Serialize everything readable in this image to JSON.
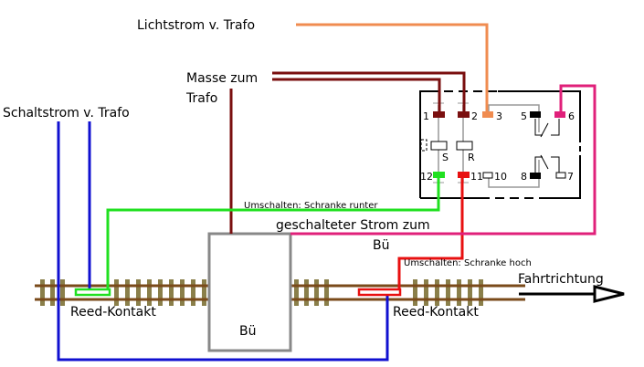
{
  "labels": {
    "lichtstrom": "Lichtstrom v. Trafo",
    "masse_line1": "Masse zum",
    "masse_line2": "Trafo",
    "schaltstrom": "Schaltstrom v. Trafo",
    "umschalten_runter": "Umschalten: Schranke runter",
    "geschalteter_line1": "geschalteter Strom zum",
    "geschalteter_line2": "Bü",
    "umschalten_hoch": "Umschalten: Schranke hoch",
    "fahrtrichtung": "Fahrtrichtung",
    "reed_left": "Reed-Kontakt",
    "reed_right": "Reed-Kontakt",
    "bue_box": "Bü"
  },
  "relay": {
    "pins": [
      "1",
      "2",
      "3",
      "5",
      "6",
      "12",
      "11",
      "10",
      "8",
      "7"
    ],
    "coil_labels": [
      "S",
      "R"
    ]
  },
  "colors": {
    "lichtstrom": "#f08c50",
    "masse": "#7a0f0f",
    "schaltstrom": "#1010d0",
    "schranke_runter": "#20e020",
    "schranke_hoch": "#e81010",
    "bue_strom": "#e0207a",
    "bue_box": "#888888",
    "rail": "#7a4a1a",
    "sleeper": "#8a7f4a"
  }
}
